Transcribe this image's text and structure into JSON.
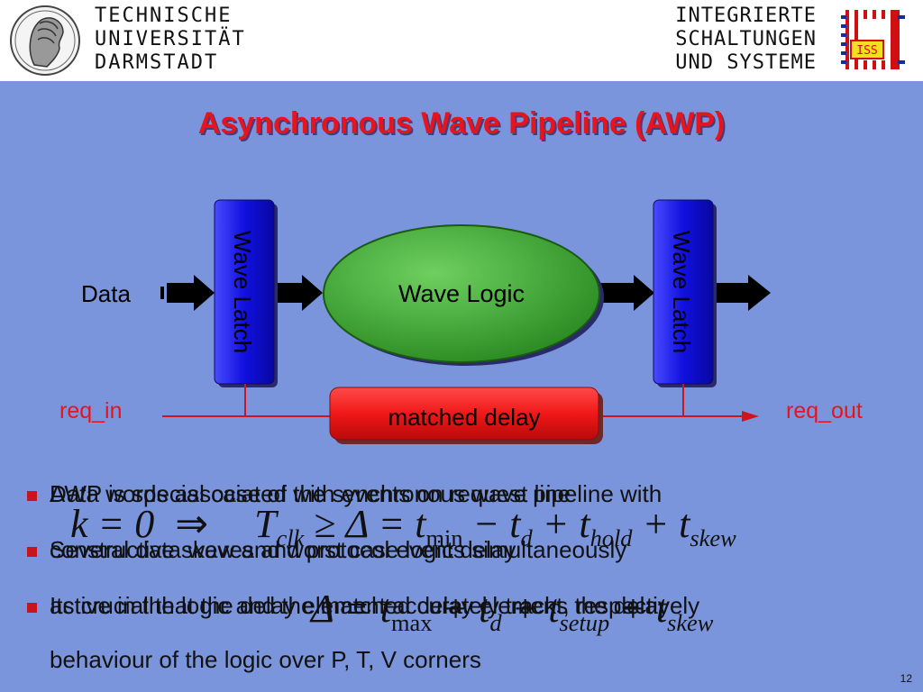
{
  "header": {
    "left_lines": [
      "TECHNISCHE",
      "UNIVERSITÄT",
      "DARMSTADT"
    ],
    "right_lines": [
      "INTEGRIERTE",
      "SCHALTUNGEN",
      "UND SYSTEME"
    ],
    "right_logo_text": "ISS"
  },
  "title": "Asynchronous Wave Pipeline (AWP)",
  "diagram": {
    "data_label": "Data",
    "latch_left": "Wave Latch",
    "latch_right": "Wave Latch",
    "logic_label": "Wave Logic",
    "delay_label": "matched delay",
    "req_in": "req_in",
    "req_out": "req_out"
  },
  "bullets": [
    {
      "text": "Data words associated with events on request line",
      "text_under": "AWP is special case of the synchronous wave pipeline with"
    },
    {
      "text": "Several data waves and protocol events simultaneously",
      "text_under": "constructive skew and worst case logic delay"
    },
    {
      "text": "Its crucial that the delay element accurately tracks the delay",
      "text_under": "active in the logic and the matched delay element, respectively"
    }
  ],
  "bullet_cont": "behaviour of the logic over P, T, V corners",
  "formula1": {
    "lhs": "k = 0",
    "arrow": "⇒",
    "T": "T",
    "T_sub": "clk",
    "rel": "≥ Δ = t",
    "t_sub": "min",
    "rest": "− t",
    "d_sub": "d",
    "plus1": "+ t",
    "hold_sub": "hold",
    "plus2": "+ t",
    "skew_sub": "skew"
  },
  "formula2": {
    "delta": "Δ = t",
    "max_sub": "max",
    "p1": "+ t",
    "d_sub": "d",
    "p2": "+ t",
    "setup_sub": "setup",
    "p3": "+ t",
    "skew_sub": "skew"
  },
  "page_number": "12",
  "colors": {
    "background": "#7b95dd",
    "title": "#e8141c",
    "latch": "#1010e0",
    "logic": "#3aa52e",
    "delay": "#e8141c",
    "req_line": "#d0141c",
    "bullet": "#c8141c"
  }
}
